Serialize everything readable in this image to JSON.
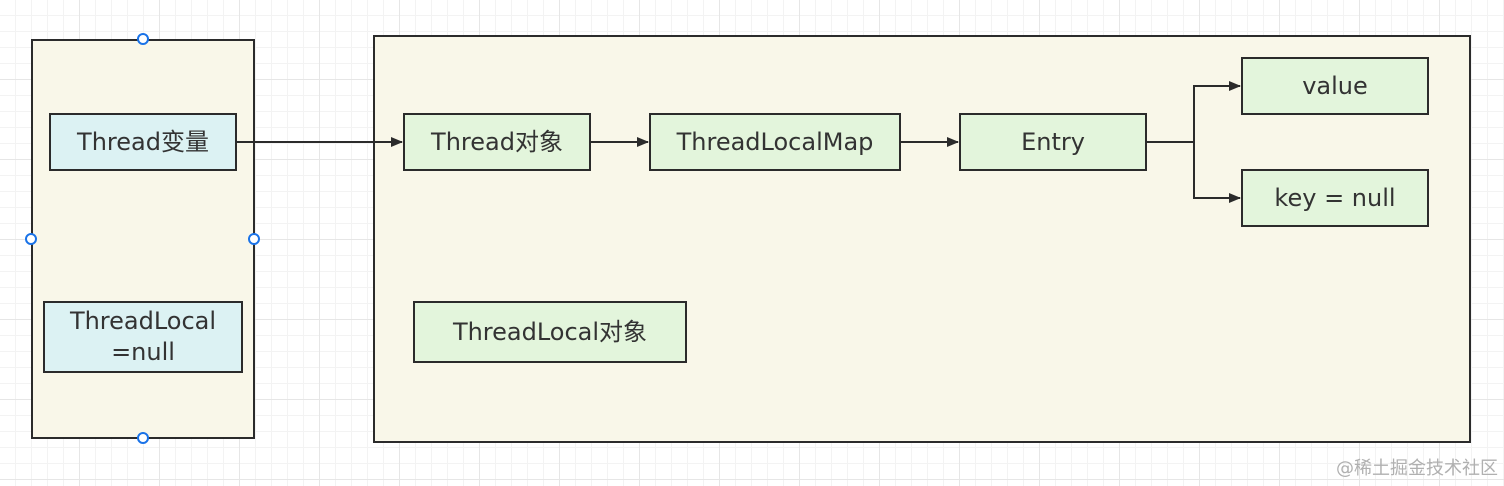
{
  "diagram": {
    "left_panel": {
      "thread_variable": "Thread变量",
      "threadlocal_ref_line1": "ThreadLocal",
      "threadlocal_ref_line2": "=null"
    },
    "heap_panel": {
      "thread_object": "Thread对象",
      "threadlocal_map": "ThreadLocalMap",
      "entry": "Entry",
      "value": "value",
      "key": "key = null",
      "threadlocal_object": "ThreadLocal对象"
    }
  },
  "watermark": "@稀土掘金技术社区"
}
